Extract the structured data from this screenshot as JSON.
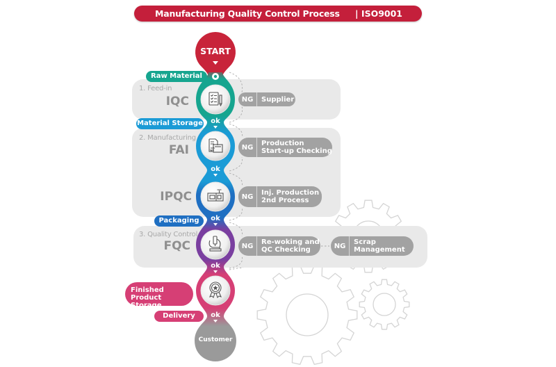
{
  "title": {
    "main": "Manufacturing Quality Control Process",
    "standard": "| ISO9001",
    "color": "#c41f3b"
  },
  "start": {
    "label": "START",
    "color": "#c8243a"
  },
  "end": {
    "label": "Customer",
    "color": "#9a9a9a"
  },
  "groups": [
    {
      "label": "1. Feed-in"
    },
    {
      "label": "2. Manufacturing"
    },
    {
      "label": "3. Quality Control"
    }
  ],
  "stages": [
    {
      "code": "IQC",
      "icon": "checklist-icon",
      "color": "#16a58f",
      "ng": {
        "badge": "NG",
        "lines": [
          "Supplier"
        ]
      }
    },
    {
      "code": "FAI",
      "icon": "documents-icon",
      "color": "#1b9bd6",
      "ng": {
        "badge": "NG",
        "lines": [
          "Production",
          "Start-up Checking"
        ]
      }
    },
    {
      "code": "IPQC",
      "icon": "injection-machine-icon",
      "color": "#1f6fc2",
      "ng": {
        "badge": "NG",
        "lines": [
          "Inj. Production",
          "2nd Process"
        ]
      }
    },
    {
      "code": "FQC",
      "icon": "microscope-icon",
      "color": "#7a3fa0",
      "ng": {
        "badge": "NG",
        "lines": [
          "Re-woking and",
          "QC Checking"
        ]
      },
      "ng2": {
        "badge": "NG",
        "lines": [
          "Scrap",
          "Management"
        ]
      }
    },
    {
      "code": "",
      "icon": "award-ribbon-icon",
      "color": "#d63f75"
    }
  ],
  "tags": {
    "raw_material": {
      "label": "Raw Material",
      "color": "#16a58f"
    },
    "material_storage": {
      "label": "Material Storage",
      "color": "#1b9bd6"
    },
    "packaging": {
      "label": "Packaging",
      "color": "#1f6fc2"
    },
    "finished_storage": {
      "lines": [
        "Finished",
        "Product Storage"
      ],
      "color": "#d63f75"
    },
    "delivery": {
      "label": "Delivery",
      "color": "#d63f75"
    }
  },
  "ok_label": "ok"
}
